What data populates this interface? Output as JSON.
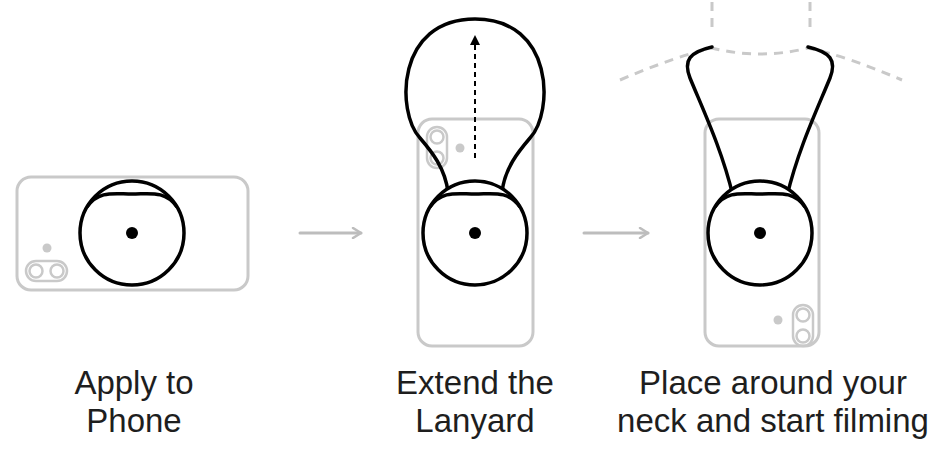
{
  "diagram": {
    "labels": [
      "Apply to Phone",
      "Extend the Lanyard",
      "Place around your neck and start filming"
    ]
  }
}
